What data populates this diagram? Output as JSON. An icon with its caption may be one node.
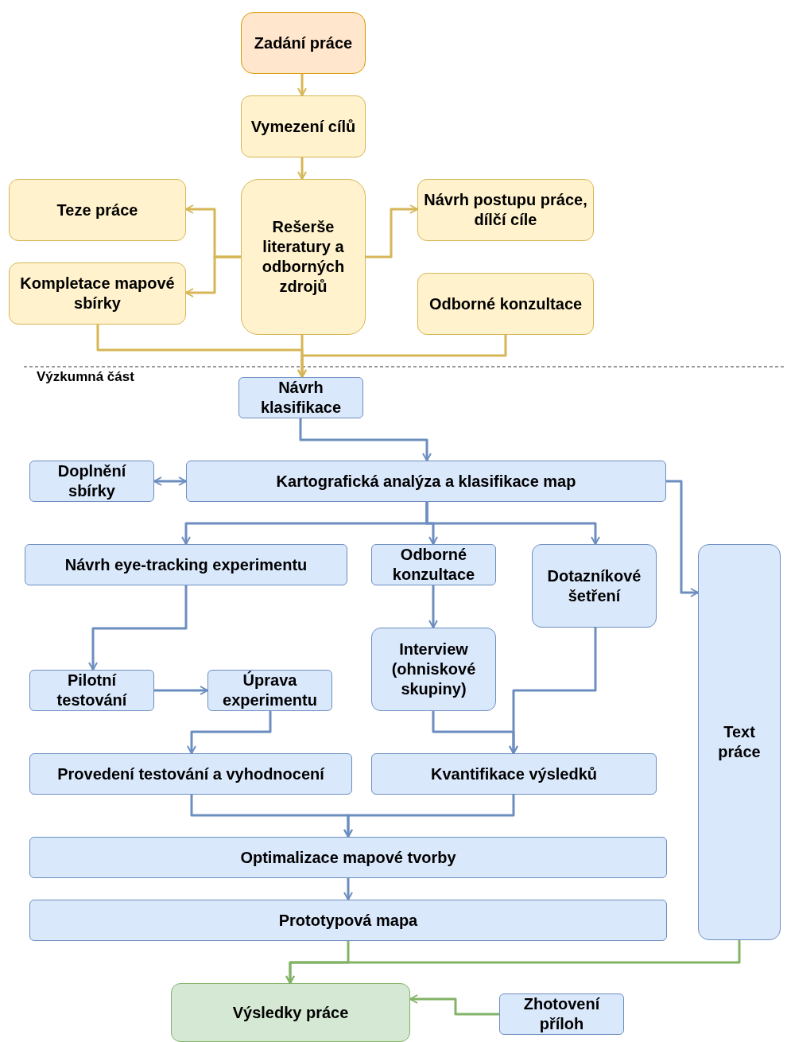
{
  "diagram": {
    "nodes": [
      {
        "text": [
          "Zadání práce"
        ]
      },
      {
        "text": [
          "Vymezení cílů"
        ]
      },
      {
        "text": [
          "Teze práce"
        ]
      },
      {
        "text": [
          "Rešerše literatury a odborných zdrojů"
        ]
      },
      {
        "text": [
          "Návrh postupu práce, dílčí cíle"
        ]
      },
      {
        "text": [
          "Kompletace mapové sbírky"
        ]
      },
      {
        "text": [
          "Odborné konzultace"
        ]
      },
      {
        "text": [
          "Návrh klasifikace"
        ]
      },
      {
        "text": [
          "Doplnění sbírky"
        ]
      },
      {
        "text": [
          "Kartografická analýza a klasifikace map"
        ]
      },
      {
        "text": [
          "Návrh eye-tracking experimentu"
        ]
      },
      {
        "text": [
          "Odborné konzultace"
        ]
      },
      {
        "text": [
          "Dotazníkové šetření"
        ]
      },
      {
        "text": [
          "Text práce"
        ]
      },
      {
        "text": [
          "Pilotní testování"
        ]
      },
      {
        "text": [
          "Úprava experimentu"
        ]
      },
      {
        "text": [
          "Interview (ohniskové skupiny)"
        ]
      },
      {
        "text": [
          "Provedení testování a vyhodnocení"
        ]
      },
      {
        "text": [
          "Kvantifikace výsledků"
        ]
      },
      {
        "text": [
          "Optimalizace mapové tvorby"
        ]
      },
      {
        "text": [
          "Prototypová mapa"
        ]
      },
      {
        "text": [
          "Výsledky práce"
        ]
      },
      {
        "text": [
          "Zhotovení příloh"
        ]
      }
    ],
    "edges": [
      {
        "from": 0,
        "to": 1,
        "arrow": "to",
        "color": "#d6b656"
      },
      {
        "from": 1,
        "to": 3,
        "arrow": "to",
        "color": "#d6b656"
      },
      {
        "from": 3,
        "to": 2,
        "arrow": "to",
        "color": "#d6b656"
      },
      {
        "from": 3,
        "to": 5,
        "arrow": "to",
        "color": "#d6b656"
      },
      {
        "from": 3,
        "to": 4,
        "arrow": "to",
        "color": "#d6b656"
      },
      {
        "from": 3,
        "to": 7,
        "arrow": "to",
        "color": "#d6b656"
      },
      {
        "from": 5,
        "to": 7,
        "arrow": "to",
        "color": "#d6b656"
      },
      {
        "from": 6,
        "to": 7,
        "arrow": "to",
        "color": "#d6b656"
      },
      {
        "from": 7,
        "to": 9,
        "arrow": "to"
      },
      {
        "from": 8,
        "to": 9,
        "arrow": "both"
      },
      {
        "from": 9,
        "to": 10,
        "arrow": "to"
      },
      {
        "from": 9,
        "to": 11,
        "arrow": "to"
      },
      {
        "from": 9,
        "to": 12,
        "arrow": "to"
      },
      {
        "from": 9,
        "to": 13,
        "arrow": "to"
      },
      {
        "from": 10,
        "to": 14,
        "arrow": "to"
      },
      {
        "from": 11,
        "to": 16,
        "arrow": "to"
      },
      {
        "from": 14,
        "to": 15,
        "arrow": "to"
      },
      {
        "from": 15,
        "to": 17,
        "arrow": "to"
      },
      {
        "from": 16,
        "to": 18,
        "arrow": "to"
      },
      {
        "from": 12,
        "to": 18,
        "arrow": "to"
      },
      {
        "from": 17,
        "to": 19,
        "arrow": "to"
      },
      {
        "from": 18,
        "to": 19,
        "arrow": "to"
      },
      {
        "from": 19,
        "to": 20,
        "arrow": "to"
      },
      {
        "from": 20,
        "to": 21,
        "arrow": "to",
        "color": "#82b366"
      },
      {
        "from": 13,
        "to": 21,
        "arrow": "to",
        "color": "#82b366"
      },
      {
        "from": 22,
        "to": 21,
        "arrow": "to",
        "color": "#82b366"
      }
    ],
    "labels": [
      "Výzkumná část"
    ]
  }
}
